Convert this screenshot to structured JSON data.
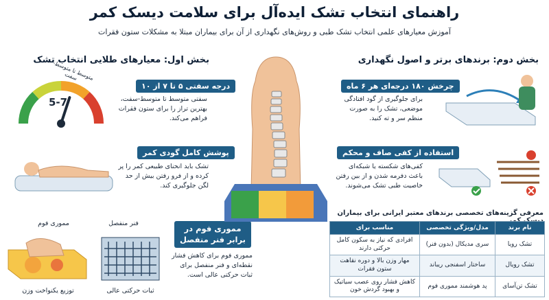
{
  "header": {
    "title": "راهنمای انتخاب تشک ایده‌آل برای سلامت دیسک کمر",
    "subtitle": "آموزش معیارهای علمی انتخاب تشک طبی و روش‌های نگهداری از آن برای بیماران مبتلا به مشکلات ستون فقرات"
  },
  "section1": {
    "heading": "بخش اول: معیارهای طلایی انتخاب تشک",
    "gauge": {
      "arc_label": "متوسط تا متوسط-سفت",
      "value_label": "5-7",
      "level_fraction": 0.6
    },
    "firmness": {
      "title": "درجه سفتی ۵ تا ۷ از ۱۰",
      "text": "سفتی متوسط تا متوسط-سفت، بهترین تراز را برای ستون فقرات فراهم می‌کند."
    },
    "contour": {
      "title": "پوشش کامل گودی کمر",
      "text": "تشک باید انحنای طبیعی کمر را پر کرده و از فرو رفتن بیش از حد لگن جلوگیری کند."
    },
    "memory": {
      "title": "مموری فوم در برابر فنر منفصل",
      "text": "مموری فوم برای کاهش فشار نقطه‌ای و فنر منفصل برای ثبات حرکتی عالی است.",
      "foam_label": "مموری فوم",
      "foam_caption": "توزیع یکنواخت وزن",
      "spring_label": "فنر منفصل",
      "spring_caption": "ثبات حرکتی عالی"
    }
  },
  "section2": {
    "heading": "بخش دوم: برندهای برتر و اصول نگهداری",
    "rotate": {
      "title": "چرخش ۱۸۰ درجه‌ای هر ۶ ماه",
      "text": "برای جلوگیری از گود افتادگی موضعی، تشک را به صورت منظم سر و ته کنید."
    },
    "floor": {
      "title": "استفاده از کفی صاف و محکم",
      "text": "کفی‌های شکسته یا شبکه‌ای باعث دفرمه شدن و از بین رفتن خاصیت طبی تشک می‌شوند."
    }
  },
  "brands": {
    "heading": "معرفی گزینه‌های تخصصی برندهای معتبر ایرانی برای بیماران دیسک کمر",
    "columns": [
      "نام برند",
      "مدل/ویژگی تخصصی",
      "مناسب برای"
    ],
    "rows": [
      [
        "تشک رویا",
        "سری مدیکال (بدون فنر)",
        "افرادی که نیاز به سکون کامل حرکتی دارند"
      ],
      [
        "تشک رویال",
        "ساختار اسفنجی ریباند",
        "مهار وزن بالا و دوره نقاهت ستون فقرات"
      ],
      [
        "تشک تن‌آسای",
        "پد هوشمند مموری فوم",
        "کاهش فشار روی عصب سیاتیک و بهبود گردش خون"
      ]
    ]
  }
}
